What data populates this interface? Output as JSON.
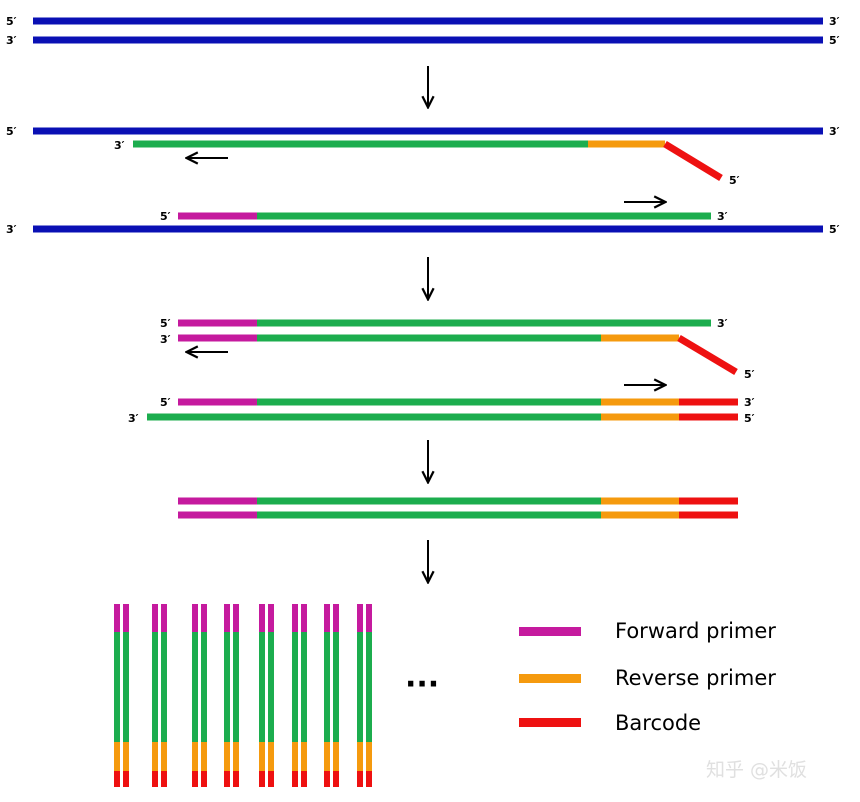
{
  "labels": {
    "five_prime": "5′",
    "three_prime": "3′"
  },
  "legend": [
    {
      "label": "Forward primer",
      "color": "#c51a9e"
    },
    {
      "label": "Reverse primer",
      "color": "#f59a0e"
    },
    {
      "label": "Barcode",
      "color": "#ee1111"
    }
  ],
  "colors": {
    "template_dna": "#0a10b4",
    "target_sequence": "#1cad4e",
    "forward_primer": "#c51a9e",
    "reverse_primer": "#f59a0e",
    "barcode": "#ee1111",
    "arrow": "#000000"
  },
  "ellipsis": "···",
  "watermark": "知乎 @米饭"
}
